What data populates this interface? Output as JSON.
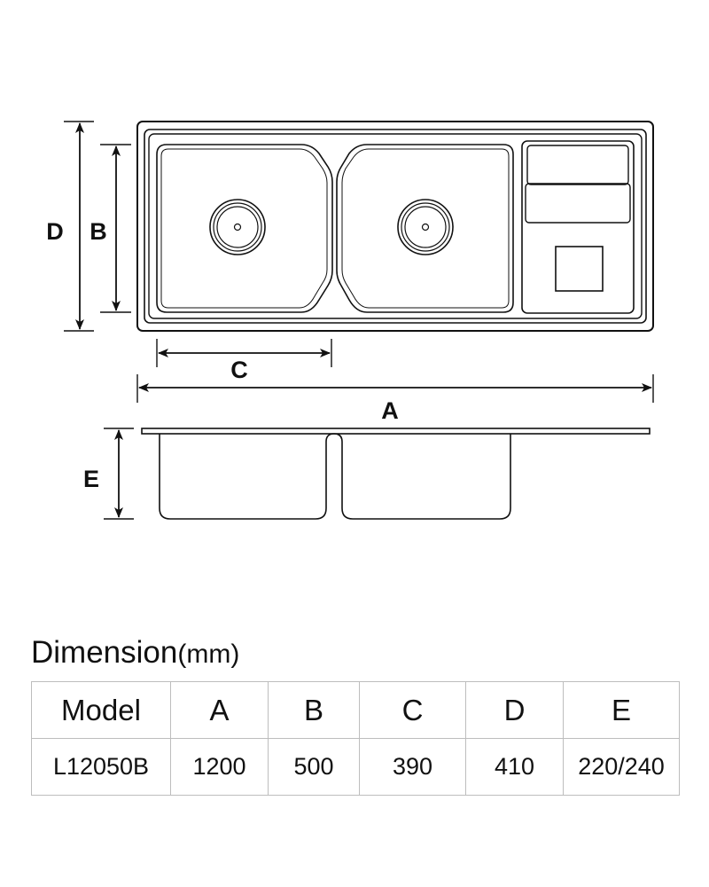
{
  "labels": {
    "a": "A",
    "b": "B",
    "c": "C",
    "d": "D",
    "e": "E"
  },
  "dimension_title": {
    "main": "Dimension",
    "unit": "(mm)"
  },
  "table": {
    "headers": [
      "Model",
      "A",
      "B",
      "C",
      "D",
      "E"
    ],
    "rows": [
      [
        "L12050B",
        "1200",
        "500",
        "390",
        "410",
        "220/240"
      ]
    ]
  },
  "colors": {
    "line": "#111111",
    "table_border": "#bdbdbd"
  }
}
